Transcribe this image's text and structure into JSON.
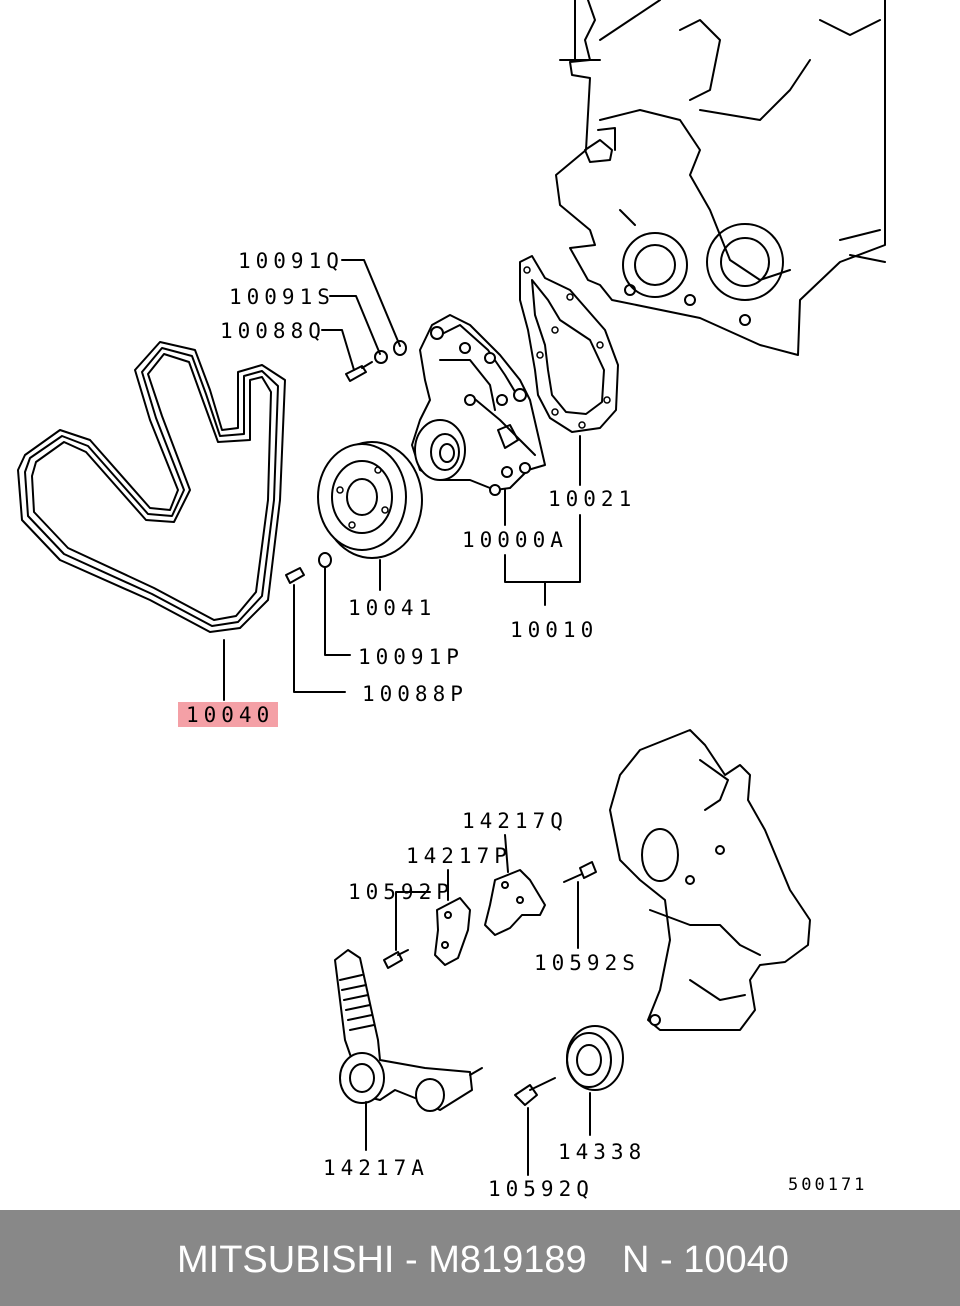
{
  "labels": {
    "p10091q": "10091Q",
    "p10091s": "10091S",
    "p10088q": "10088Q",
    "p10021": "10021",
    "p10000a": "10000A",
    "p10041": "10041",
    "p10010": "10010",
    "p10091p": "10091P",
    "p10088p": "10088P",
    "p10040": "10040",
    "p14217q": "14217Q",
    "p14217p": "14217P",
    "p10592p": "10592P",
    "p10592s": "10592S",
    "p14338": "14338",
    "p14217a": "14217A",
    "p10592q": "10592Q"
  },
  "diagram_code": "500171",
  "footer": {
    "brand_part": "MITSUBISHI - M819189",
    "ref": "N - 10040"
  },
  "colors": {
    "highlight": "#f4a0a6",
    "footer_bg": "#888888",
    "footer_text": "#ffffff"
  }
}
